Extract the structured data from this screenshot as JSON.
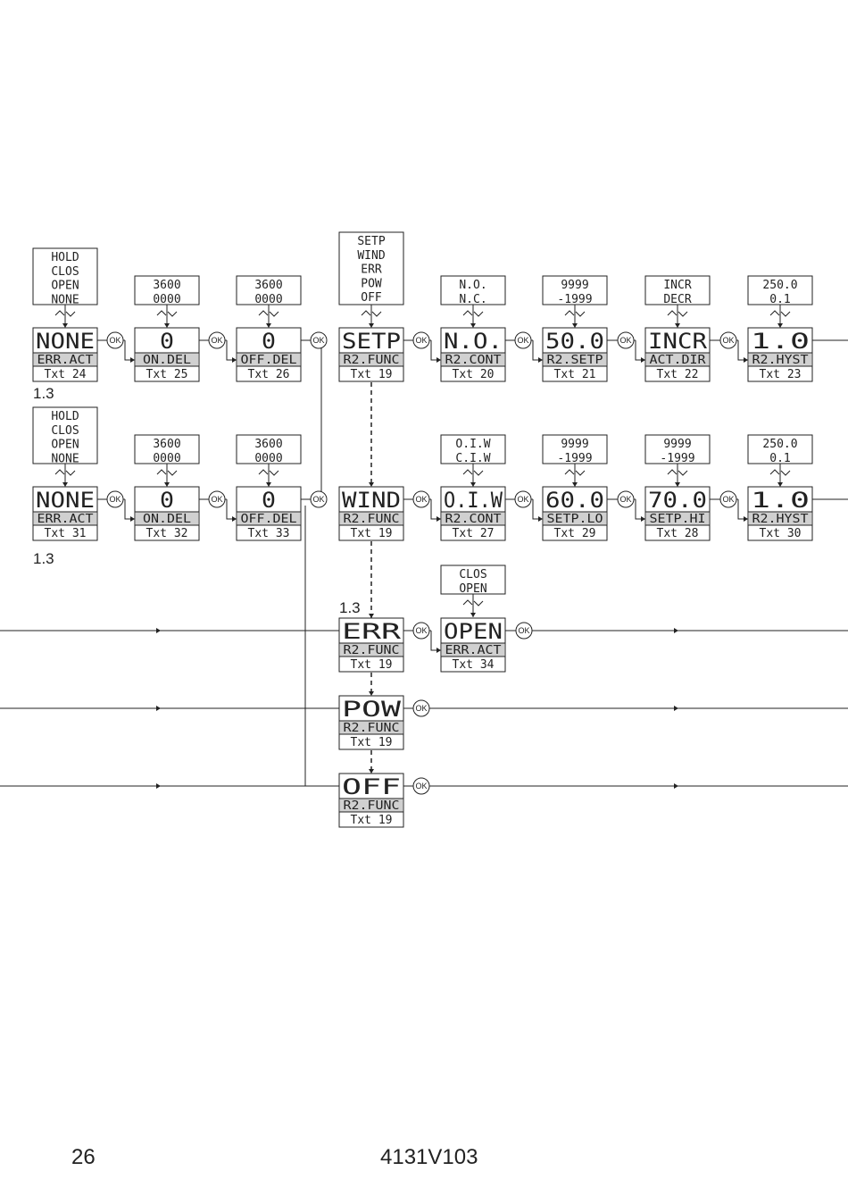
{
  "colors": {
    "line": "#222222",
    "param_band": "#d0d0d0",
    "background": "#ffffff"
  },
  "icons": {
    "updown": "up-down-arrow-icon",
    "ok": "ok-button-icon"
  },
  "page": {
    "number": "26",
    "doc_code": "4131V103"
  },
  "section_labels": [
    "1.3",
    "1.3",
    "1.3"
  ],
  "displays": [
    {
      "value": "NONE",
      "param": "ERR.ACT",
      "txt": "Txt 24"
    },
    {
      "value": "0",
      "param": "ON.DEL",
      "txt": "Txt 25"
    },
    {
      "value": "0",
      "param": "OFF.DEL",
      "txt": "Txt 26"
    },
    {
      "value": "SETP",
      "param": "R2.FUNC",
      "txt": "Txt 19"
    },
    {
      "value": "N.O.",
      "param": "R2.CONT",
      "txt": "Txt 20"
    },
    {
      "value": "50.0",
      "param": "R2.SETP",
      "txt": "Txt 21"
    },
    {
      "value": "INCR",
      "param": "ACT.DIR",
      "txt": "Txt 22"
    },
    {
      "value": "1.0",
      "param": "R2.HYST",
      "txt": "Txt 23"
    },
    {
      "value": "NONE",
      "param": "ERR.ACT",
      "txt": "Txt 31"
    },
    {
      "value": "0",
      "param": "ON.DEL",
      "txt": "Txt 32"
    },
    {
      "value": "0",
      "param": "OFF.DEL",
      "txt": "Txt 33"
    },
    {
      "value": "WIND",
      "param": "R2.FUNC",
      "txt": "Txt 19"
    },
    {
      "value": "O.I.W",
      "param": "R2.CONT",
      "txt": "Txt 27"
    },
    {
      "value": "60.0",
      "param": "SETP.LO",
      "txt": "Txt 29"
    },
    {
      "value": "70.0",
      "param": "SETP.HI",
      "txt": "Txt 28"
    },
    {
      "value": "1.0",
      "param": "R2.HYST",
      "txt": "Txt 30"
    },
    {
      "value": "ERR",
      "param": "R2.FUNC",
      "txt": "Txt 19"
    },
    {
      "value": "OPEN",
      "param": "ERR.ACT",
      "txt": "Txt 34"
    },
    {
      "value": "POW",
      "param": "R2.FUNC",
      "txt": "Txt 19"
    },
    {
      "value": "OFF",
      "param": "R2.FUNC",
      "txt": "Txt 19"
    }
  ],
  "option_boxes": [
    {
      "lines": [
        "HOLD",
        "CLOS",
        "OPEN",
        "NONE"
      ]
    },
    {
      "lines": [
        "3600",
        "0000"
      ]
    },
    {
      "lines": [
        "3600",
        "0000"
      ]
    },
    {
      "lines": [
        "SETP",
        "WIND",
        "ERR",
        "POW",
        "OFF"
      ]
    },
    {
      "lines": [
        "N.O.",
        "N.C."
      ]
    },
    {
      "lines": [
        "9999",
        "-1999"
      ]
    },
    {
      "lines": [
        "INCR",
        "DECR"
      ]
    },
    {
      "lines": [
        "250.0",
        "0.1"
      ]
    },
    {
      "lines": [
        "HOLD",
        "CLOS",
        "OPEN",
        "NONE"
      ]
    },
    {
      "lines": [
        "3600",
        "0000"
      ]
    },
    {
      "lines": [
        "3600",
        "0000"
      ]
    },
    {
      "lines": [
        "O.I.W",
        "C.I.W"
      ]
    },
    {
      "lines": [
        "9999",
        "-1999"
      ]
    },
    {
      "lines": [
        "9999",
        "-1999"
      ]
    },
    {
      "lines": [
        "250.0",
        "0.1"
      ]
    },
    {
      "lines": [
        "CLOS",
        "OPEN"
      ]
    }
  ],
  "ok_label": "OK"
}
